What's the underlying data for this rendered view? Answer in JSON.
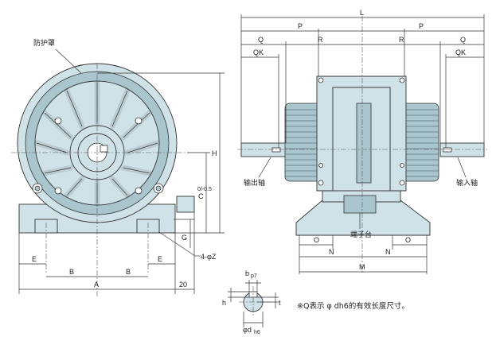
{
  "front_view": {
    "guard_label": "防护罩",
    "dims": {
      "H": "H",
      "C": "C",
      "C_tol": "0/-0.5",
      "G": "G",
      "E_left": "E",
      "E_right": "E",
      "B_left": "B",
      "B_right": "B",
      "A": "A",
      "fixed_20": "20",
      "hole": "4-φZ"
    }
  },
  "side_view": {
    "output_shaft_label": "输出轴",
    "input_shaft_label": "输入轴",
    "terminal_label": "端子台",
    "dims": {
      "L": "L",
      "P_left": "P",
      "P_right": "P",
      "Q_left": "Q",
      "Q_right": "Q",
      "R_left": "R",
      "R_right": "R",
      "QK_left": "QK",
      "QK_right": "QK",
      "O_left": "O",
      "O_right": "O",
      "N_left": "N",
      "N_right": "N",
      "M": "M"
    }
  },
  "shaft_detail": {
    "b": "b",
    "b_tol": "p7",
    "h": "h",
    "t": "t",
    "d": "φd",
    "d_tol": "h6"
  },
  "note": "※Q表示 φ dh6的有效长度尺寸。",
  "colors": {
    "body": "#cfe2e8",
    "body_dark": "#a9c6cf",
    "line": "#333333"
  }
}
